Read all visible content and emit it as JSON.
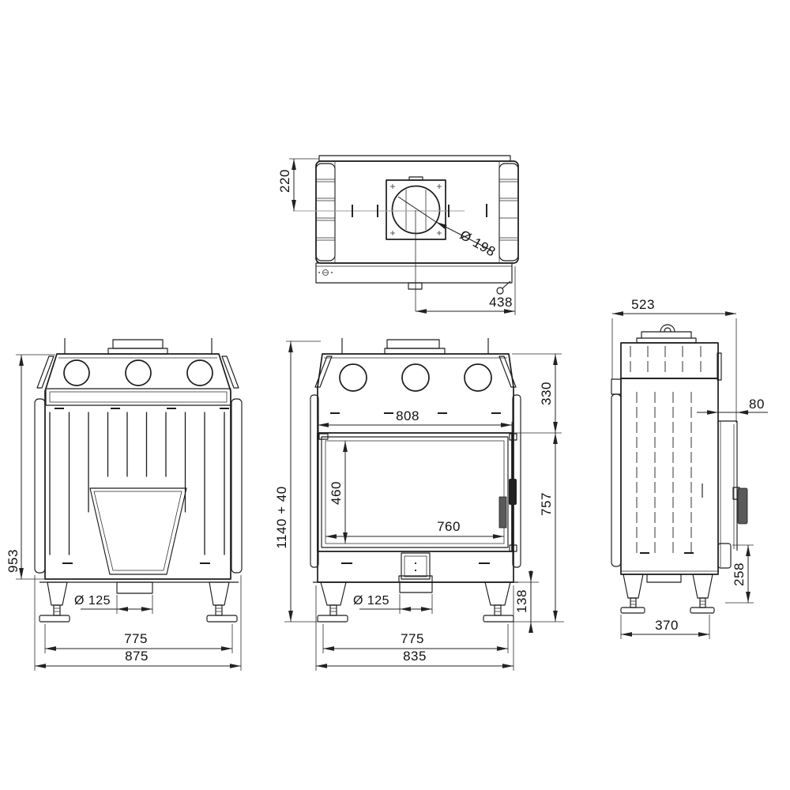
{
  "views": {
    "top": {
      "d220": "220",
      "d198": "Ø 198",
      "d438": "438"
    },
    "rear": {
      "d953": "953",
      "d125": "Ø 125",
      "d775": "775",
      "d875": "875"
    },
    "front": {
      "d808": "808",
      "d460": "460",
      "d760": "760",
      "d330": "330",
      "d757": "757",
      "d138": "138",
      "d1140": "1140 + 40",
      "d125": "Ø 125",
      "d775": "775",
      "d835": "835"
    },
    "side": {
      "d523": "523",
      "d80": "80",
      "d258": "258",
      "d370": "370"
    }
  }
}
